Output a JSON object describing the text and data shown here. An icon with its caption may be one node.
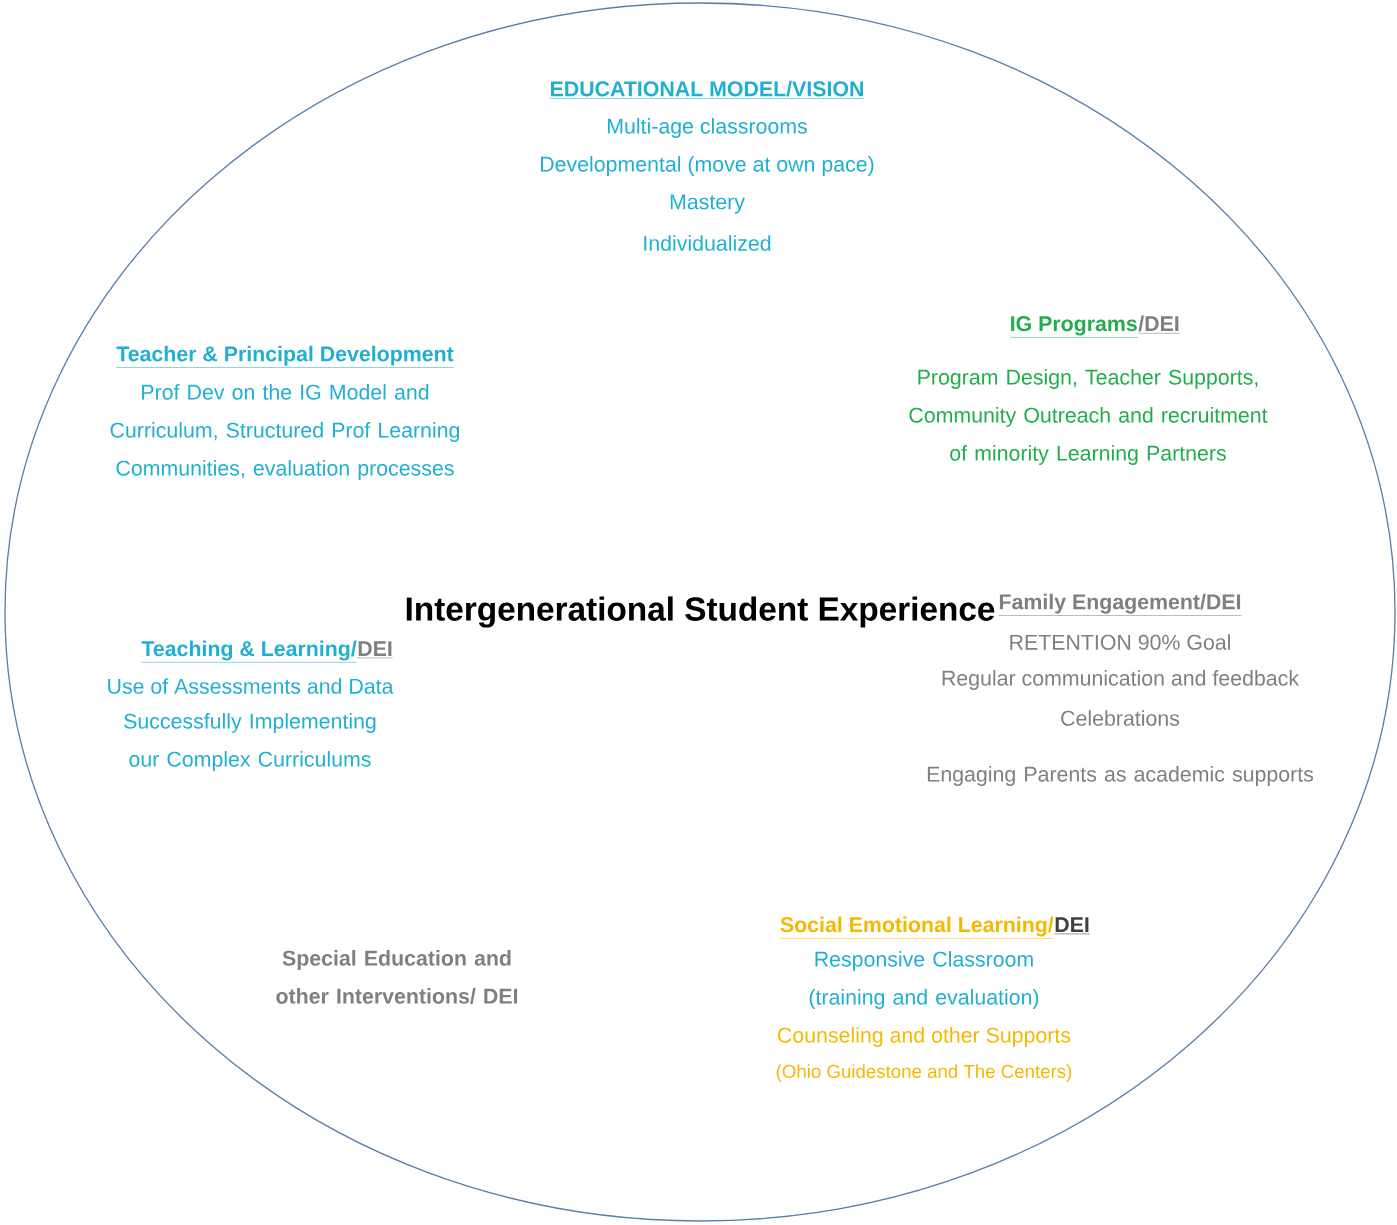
{
  "diagram": {
    "nodes": [
      {
        "text": [
          "Intergenerational Student Experience"
        ]
      }
    ],
    "labels": [
      "EDUCATIONAL MODEL/VISION",
      "Multi-age classrooms",
      "Developmental (move at own pace)",
      "Mastery",
      "Individualized",
      "IG Programs",
      "/DEI",
      "Teacher & Principal Development",
      "Program Design, Teacher Supports, Community Outreach and recruitment of minority Learning Partners",
      "Prof Dev on the IG Model and Curriculum, Structured Prof Learning Communities, evaluation processes",
      "Family Engagement/DEI",
      "RETENTION 90% Goal",
      "Teaching & Learning/",
      "DEI",
      "Regular communication and feedback",
      "Use of Assessments and Data",
      "Celebrations",
      "Successfully Implementing our Complex Curriculums",
      "Engaging Parents as academic supports",
      "Social Emotional Learning/",
      "DEI",
      "Special Education and other Interventions/ DEI",
      "Responsive Classroom (training and evaluation)",
      "Counseling and other Supports",
      "(Ohio Guidestone and The Centers)"
    ]
  }
}
